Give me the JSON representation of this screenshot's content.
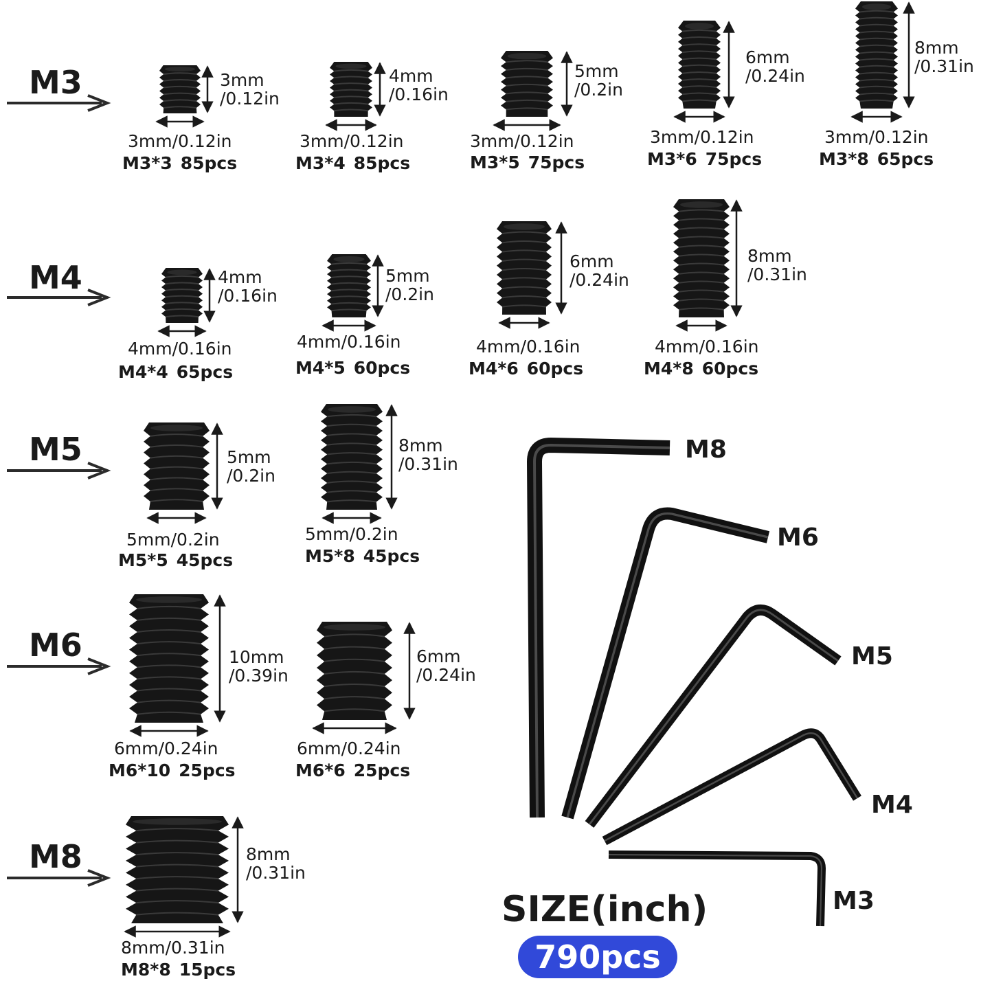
{
  "rows": [
    {
      "label": "M3",
      "items": [
        {
          "length": "3mm",
          "length_in": "/0.12in",
          "diameter": "3mm/0.12in",
          "spec": "M3*3",
          "qty": "85pcs"
        },
        {
          "length": "4mm",
          "length_in": "/0.16in",
          "diameter": "3mm/0.12in",
          "spec": "M3*4",
          "qty": "85pcs"
        },
        {
          "length": "5mm",
          "length_in": "/0.2in",
          "diameter": "3mm/0.12in",
          "spec": "M3*5",
          "qty": "75pcs"
        },
        {
          "length": "6mm",
          "length_in": "/0.24in",
          "diameter": "3mm/0.12in",
          "spec": "M3*6",
          "qty": "75pcs"
        },
        {
          "length": "8mm",
          "length_in": "/0.31in",
          "diameter": "3mm/0.12in",
          "spec": "M3*8",
          "qty": "65pcs"
        }
      ]
    },
    {
      "label": "M4",
      "items": [
        {
          "length": "4mm",
          "length_in": "/0.16in",
          "diameter": "4mm/0.16in",
          "spec": "M4*4",
          "qty": "65pcs"
        },
        {
          "length": "5mm",
          "length_in": "/0.2in",
          "diameter": "4mm/0.16in",
          "spec": "M4*5",
          "qty": "60pcs"
        },
        {
          "length": "6mm",
          "length_in": "/0.24in",
          "diameter": "4mm/0.16in",
          "spec": "M4*6",
          "qty": "60pcs"
        },
        {
          "length": "8mm",
          "length_in": "/0.31in",
          "diameter": "4mm/0.16in",
          "spec": "M4*8",
          "qty": "60pcs"
        }
      ]
    },
    {
      "label": "M5",
      "items": [
        {
          "length": "5mm",
          "length_in": "/0.2in",
          "diameter": "5mm/0.2in",
          "spec": "M5*5",
          "qty": "45pcs"
        },
        {
          "length": "8mm",
          "length_in": "/0.31in",
          "diameter": "5mm/0.2in",
          "spec": "M5*8",
          "qty": "45pcs"
        }
      ]
    },
    {
      "label": "M6",
      "items": [
        {
          "length": "10mm",
          "length_in": "/0.39in",
          "diameter": "6mm/0.24in",
          "spec": "M6*10",
          "qty": "25pcs"
        },
        {
          "length": "6mm",
          "length_in": "/0.24in",
          "diameter": "6mm/0.24in",
          "spec": "M6*6",
          "qty": "25pcs"
        }
      ]
    },
    {
      "label": "M8",
      "items": [
        {
          "length": "8mm",
          "length_in": "/0.31in",
          "diameter": "8mm/0.31in",
          "spec": "M8*8",
          "qty": "15pcs"
        }
      ]
    }
  ],
  "hex_keys": [
    "M8",
    "M6",
    "M5",
    "M4",
    "M3"
  ],
  "size_title": "SIZE(inch)",
  "total": "790pcs",
  "colors": {
    "text": "#1a1a1a",
    "screw": "#161616",
    "badge": "#3149d9",
    "badge_text": "#ffffff"
  }
}
